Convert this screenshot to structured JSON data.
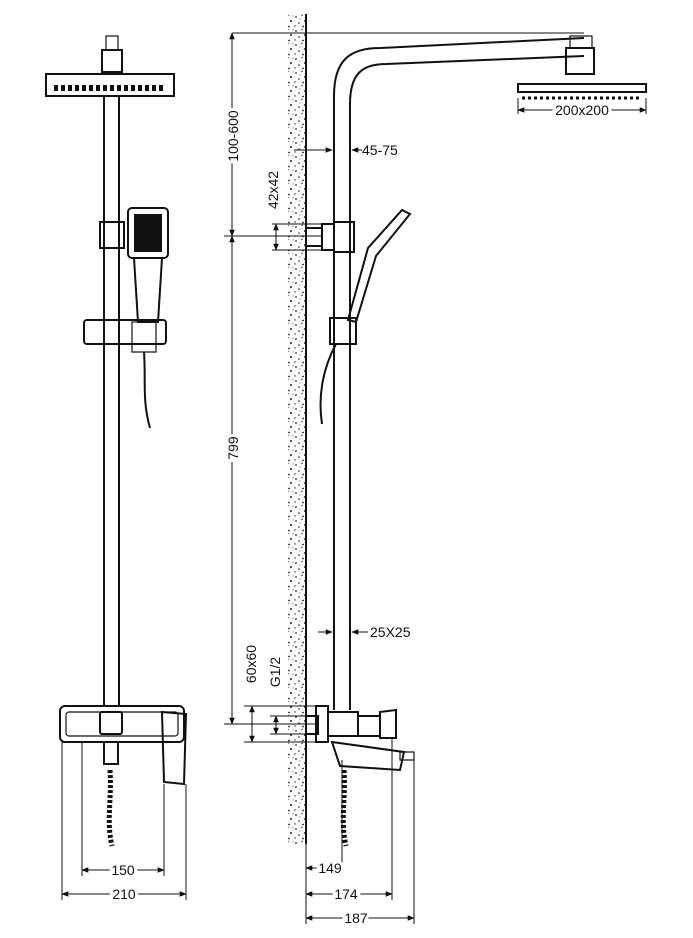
{
  "dimensions": {
    "head_size": "200x200",
    "arm_range": "100-600",
    "wall_offset": "45-75",
    "holder_size": "42x42",
    "riser_height": "799",
    "pipe_size": "25X25",
    "mixer_size": "60x60",
    "connection": "G1/2",
    "front_inner_width": "150",
    "front_total_width": "210",
    "side_depth_1": "149",
    "side_depth_2": "174",
    "side_depth_3": "187"
  }
}
